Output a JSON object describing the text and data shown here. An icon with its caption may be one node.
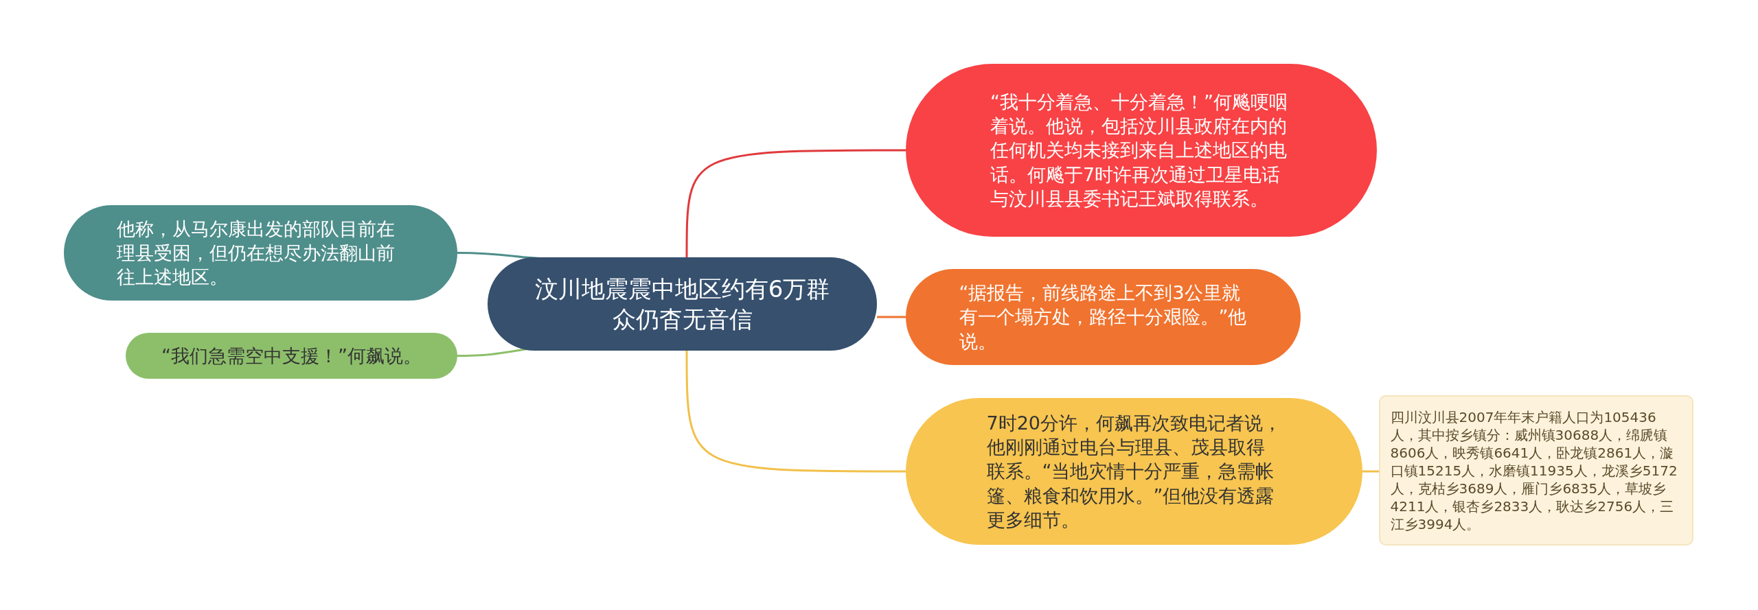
{
  "diagram": {
    "nodes": [
      {
        "text": [
          "汶川地震震中地区约有6万群众仍杳无音信"
        ]
      },
      {
        "text": [
          "“我十分着急、十分着急！”何飚哽咽着说。他说，包括汶川县政府在内的任何机关均未接到来自上述地区的电话。何飚于7时许再次通过卫星电话与汶川县县委书记王斌取得联系。"
        ]
      },
      {
        "text": [
          "“据报告，前线路途上不到3公里就有一个塌方处，路径十分艰险。”他说。"
        ]
      },
      {
        "text": [
          "7时20分许，何飙再次致电记者说，他刚刚通过电台与理县、茂县取得联系。“当地灾情十分严重，急需帐篷、粮食和饮用水。”但他没有透露更多细节。"
        ]
      },
      {
        "text": [
          "四川汶川县2007年年末户籍人口为105436人，其中按乡镇分：威州镇30688人，绵虒镇8606人，映秀镇6641人，卧龙镇2861人，漩口镇15215人，水磨镇11935人，龙溪乡5172人，克枯乡3689人，雁门乡6835人，草坡乡4211人，银杏乡2833人，耿达乡2756人，三江乡3994人。"
        ]
      },
      {
        "text": [
          "他称，从马尔康出发的部队目前在理县受困，但仍在想尽办法翻山前往上述地区。"
        ]
      },
      {
        "text": [
          "“我们急需空中支援！”何飙说。"
        ]
      }
    ],
    "edges": [
      {
        "from": 0,
        "to": 1,
        "arrow": "none",
        "color": "#e0393c"
      },
      {
        "from": 0,
        "to": 2,
        "arrow": "none",
        "color": "#f0732f"
      },
      {
        "from": 0,
        "to": 3,
        "arrow": "none",
        "color": "#f2c04a"
      },
      {
        "from": 3,
        "to": 4,
        "arrow": "none",
        "color": "#f2c04a"
      },
      {
        "from": 0,
        "to": 5,
        "arrow": "none",
        "color": "#4e8e8b"
      },
      {
        "from": 0,
        "to": 6,
        "arrow": "none",
        "color": "#8dbf6b"
      }
    ]
  }
}
